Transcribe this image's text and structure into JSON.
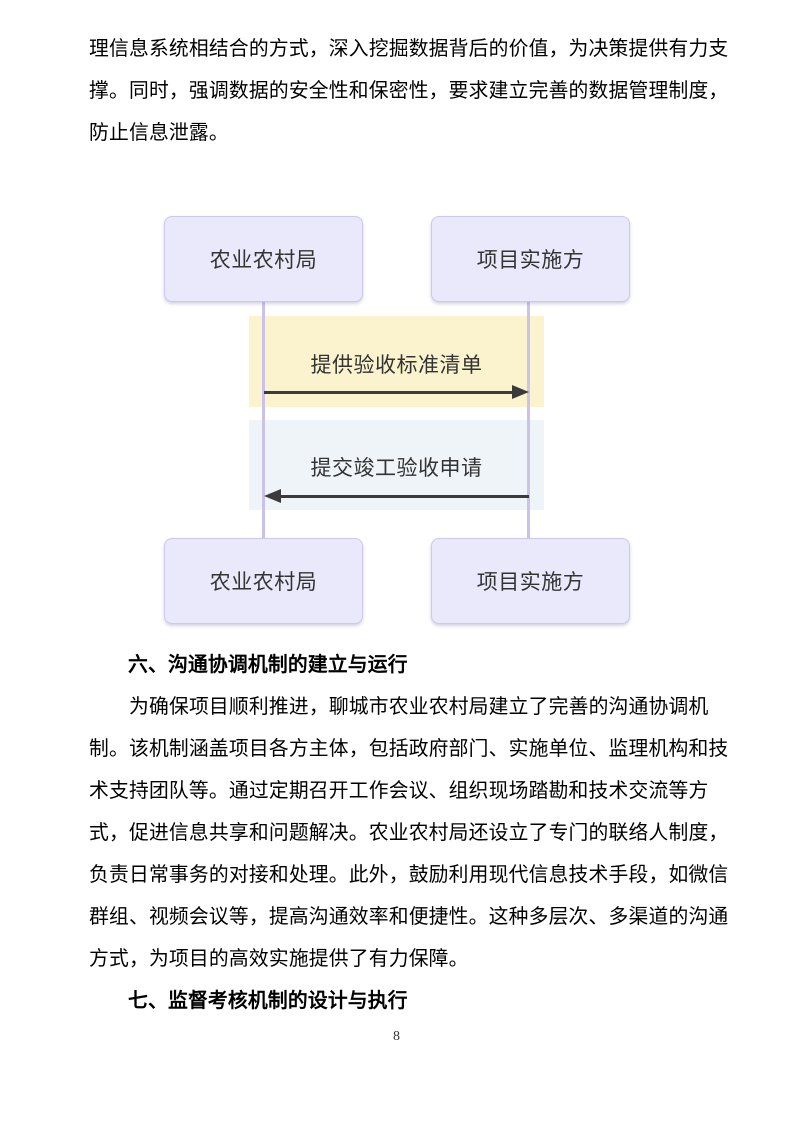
{
  "document": {
    "paragraph_top_lines": [
      "理信息系统相结合的方式，深入挖掘数据背后的价值，为决策提供有力支",
      "撑。同时，强调数据的安全性和保密性，要求建立完善的数据管理制度，",
      "防止信息泄露。"
    ],
    "heading_six": "六、沟通协调机制的建立与运行",
    "paragraph_six_lines": [
      "为确保项目顺利推进，聊城市农业农村局建立了完善的沟通协调机",
      "制。该机制涵盖项目各方主体，包括政府部门、实施单位、监理机构和技",
      "术支持团队等。通过定期召开工作会议、组织现场踏勘和技术交流等方",
      "式，促进信息共享和问题解决。农业农村局还设立了专门的联络人制度，",
      "负责日常事务的对接和处理。此外，鼓励利用现代信息技术手段，如微信",
      "群组、视频会议等，提高沟通效率和便捷性。这种多层次、多渠道的沟通",
      "方式，为项目的高效实施提供了有力保障。"
    ],
    "heading_seven": "七、监督考核机制的设计与执行",
    "page_number": "8"
  },
  "diagram": {
    "type": "sequence",
    "actors": {
      "left": "农业农村局",
      "right": "项目实施方"
    },
    "messages": [
      {
        "label": "提供验收标准清单",
        "from": "农业农村局",
        "to": "项目实施方",
        "direction": "left-to-right",
        "highlight_color": "#FBF3CD"
      },
      {
        "label": "提交竣工验收申请",
        "from": "项目实施方",
        "to": "农业农村局",
        "direction": "right-to-left",
        "highlight_color": "#EEF4F8"
      }
    ],
    "colors": {
      "actor_fill": "#E9E9FB",
      "actor_border": "#CCC8F0",
      "lifeline": "#CBC2EC",
      "arrow": "#3b3b3b",
      "label_text": "#333333"
    }
  }
}
